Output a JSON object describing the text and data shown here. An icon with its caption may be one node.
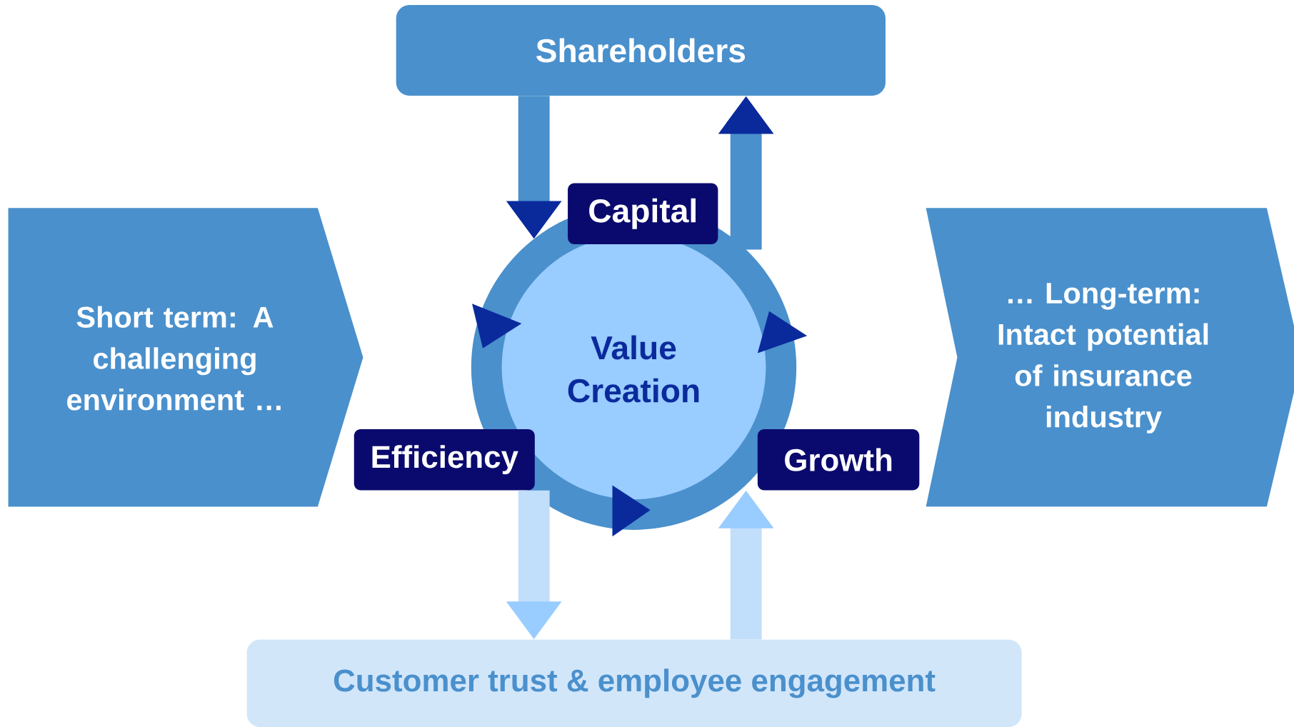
{
  "diagram": {
    "nodes": [
      {
        "text": [
          "Shareholders"
        ]
      },
      {
        "text": [
          "Short term: A challenging environment …"
        ]
      },
      {
        "text": [
          "… Long-term: Intact potential of insurance industry"
        ]
      },
      {
        "text": [
          "Value Creation"
        ]
      },
      {
        "text": [
          "Capital"
        ]
      },
      {
        "text": [
          "Efficiency"
        ]
      },
      {
        "text": [
          "Growth"
        ]
      },
      {
        "text": [
          "Customer trust & employee engagement"
        ]
      }
    ],
    "edges": [
      {
        "from": 0,
        "to": 3,
        "arrow": "to"
      },
      {
        "from": 3,
        "to": 0,
        "arrow": "to"
      },
      {
        "from": 5,
        "to": 7,
        "arrow": "to",
        "color": "#99ccff"
      },
      {
        "from": 7,
        "to": 6,
        "arrow": "to",
        "color": "#99ccff"
      }
    ]
  }
}
